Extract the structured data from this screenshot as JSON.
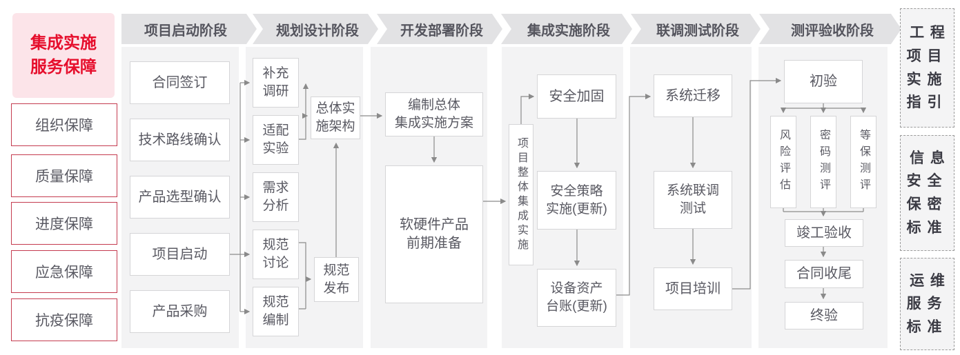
{
  "colors": {
    "accent_red": "#e60e2c",
    "pink_bg": "#fce4e9",
    "red_border": "#c43a4e",
    "panel_bg": "#f3f3f4",
    "header_bg": "#e2e2e4",
    "gray_text": "#595962",
    "line_gray": "#8a8a8a"
  },
  "left_sidebar": {
    "title": "集成实施\n服务保障",
    "items": [
      "组织保障",
      "质量保障",
      "进度保障",
      "应急保障",
      "抗疫保障"
    ]
  },
  "phases": [
    "项目启动阶段",
    "规划设计阶段",
    "开发部署阶段",
    "集成实施阶段",
    "联调测试阶段",
    "测评验收阶段"
  ],
  "nodes": {
    "contract_sign": "合同签订",
    "tech_route": "技术路线确认",
    "product_select": "产品选型确认",
    "project_kickoff": "项目启动",
    "product_purchase": "产品采购",
    "supplement_research": "补充\n调研",
    "adaptation_test": "适配\n实验",
    "requirement_analysis": "需求\n分析",
    "spec_discussion": "规范\n讨论",
    "spec_compilation": "规范\n编制",
    "overall_arch": "总体实\n施架构",
    "spec_release": "规范\n发布",
    "compile_plan": "编制总体\n集成实施方案",
    "hw_sw_prep": "软硬件产品\n前期准备",
    "overall_integration": "项目整体集成实施",
    "security_hardening": "安全加固",
    "security_policy": "安全策略\n实施(更新)",
    "asset_ledger": "设备资产\n台账(更新)",
    "system_migration": "系统迁移",
    "joint_debug": "系统联调\n测试",
    "project_training": "项目培训",
    "initial_acceptance": "初验",
    "risk_assessment": "风险评估",
    "crypto_eval": "密码测评",
    "mlps_eval": "等保测评",
    "completion_acceptance": "竣工验收",
    "contract_closure": "合同收尾",
    "final_acceptance": "终验"
  },
  "right_sidebar": {
    "items": [
      "工程\n项目\n实施\n指引",
      "信息\n安全\n保密\n标准",
      "运维\n服务\n标准"
    ]
  }
}
